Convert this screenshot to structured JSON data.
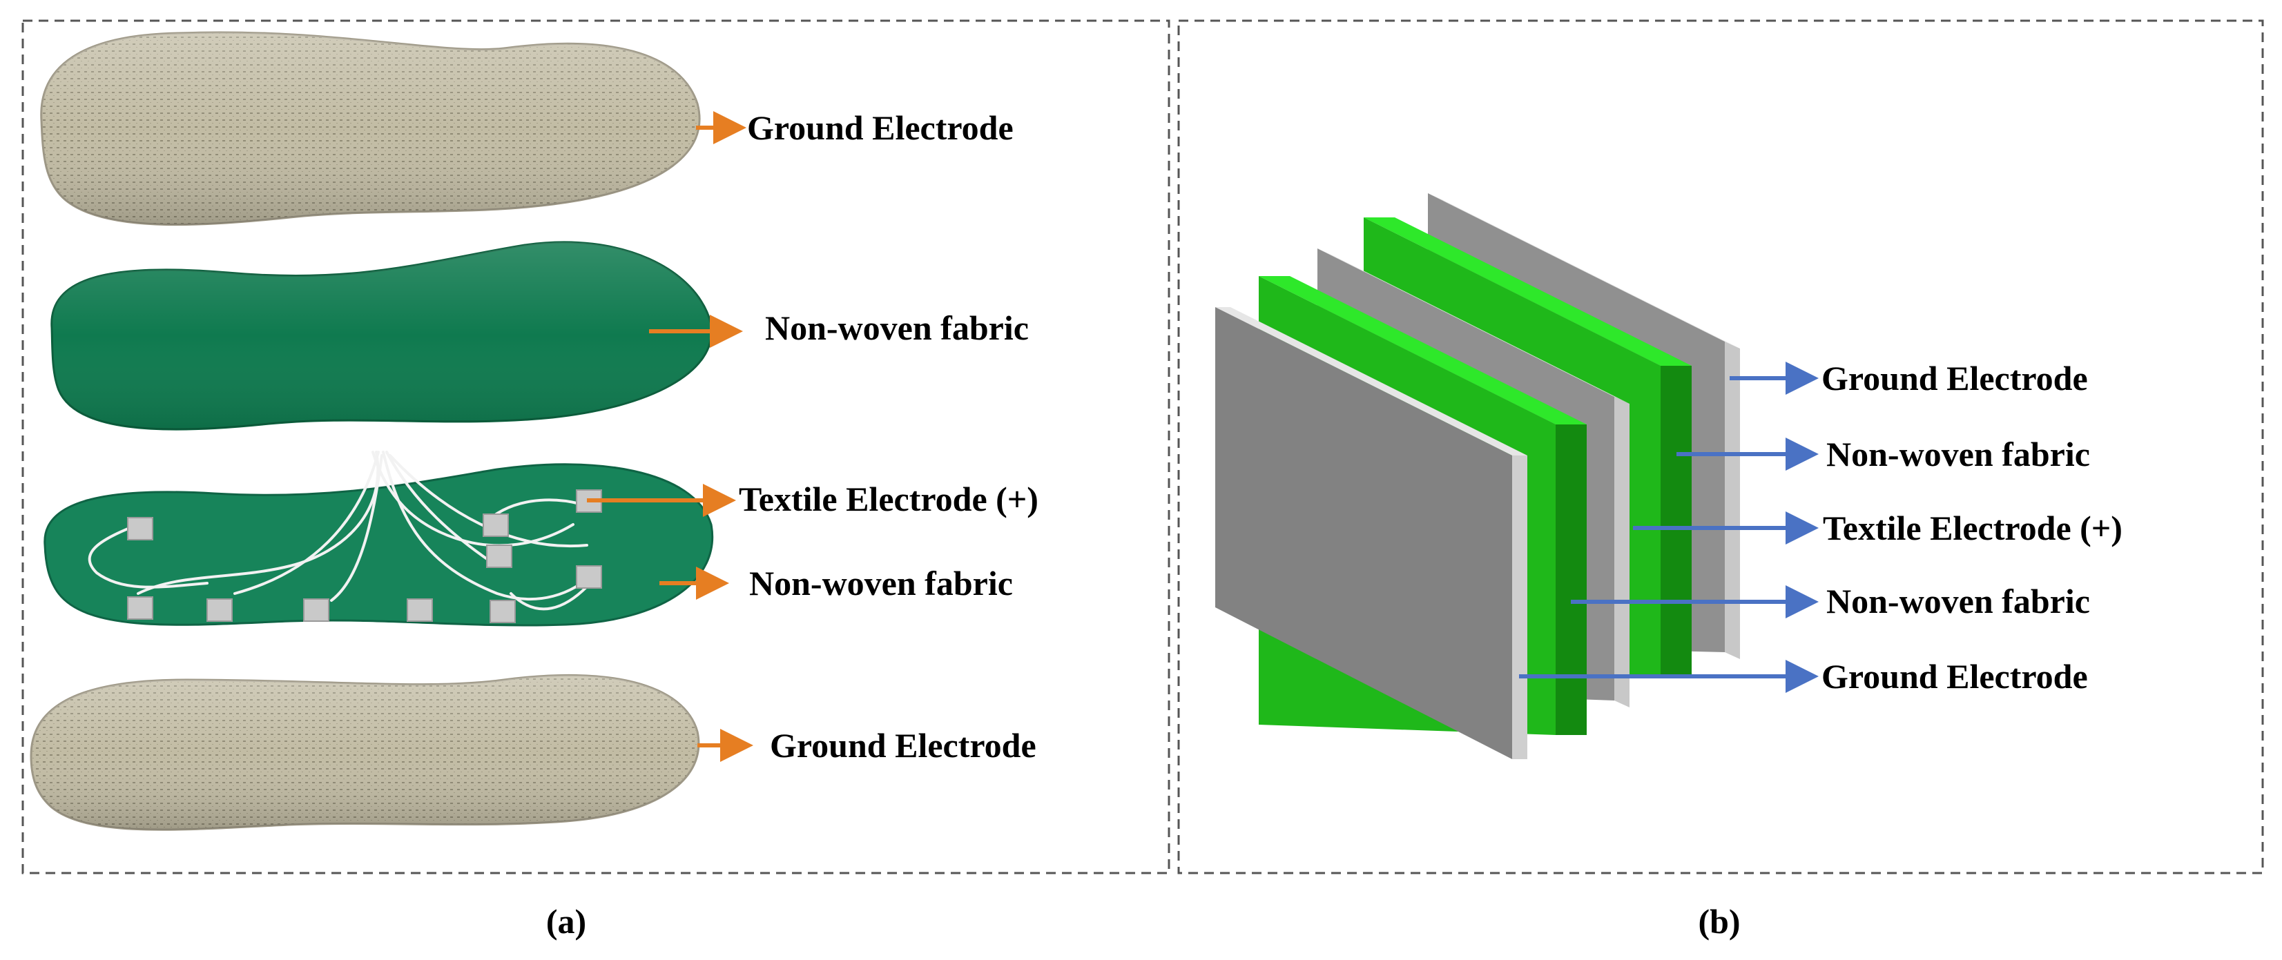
{
  "panel_a": {
    "caption": "(a)",
    "labels": [
      "Ground Electrode",
      "Non-woven fabric",
      "Textile Electrode (+)",
      "Non-woven fabric",
      "Ground Electrode"
    ]
  },
  "panel_b": {
    "caption": "(b)",
    "labels": [
      "Ground Electrode",
      "Non-woven fabric",
      "Textile Electrode (+)",
      "Non-woven fabric",
      "Ground Electrode"
    ]
  },
  "colors": {
    "border": "#555555",
    "orange_arrow": "#e67e22",
    "blue_arrow": "#4a72c4",
    "electrode_gray": "#8a8a8a",
    "electrode_side": "#d0d0d0",
    "fabric_green": "#1fb81a",
    "fabric_dark": "#138a10",
    "insole_felt": "#0f7a4f",
    "insole_metal": "#bfb8a0"
  },
  "icons": [
    "ground-electrode-insole-photo",
    "non-woven-fabric-insole-photo",
    "textile-electrode-insole-photo"
  ]
}
